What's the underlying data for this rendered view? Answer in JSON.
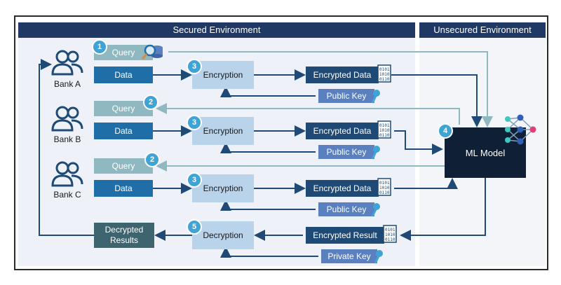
{
  "headers": {
    "secured": "Secured Environment",
    "unsecured": "Unsecured Environment"
  },
  "banks": [
    {
      "label": "Bank A"
    },
    {
      "label": "Bank B"
    },
    {
      "label": "Bank C"
    }
  ],
  "rows": [
    {
      "query": "Query",
      "query_step": "1",
      "data": "Data",
      "encryption": "Encryption",
      "enc_step": "3",
      "encrypted": "Encrypted Data",
      "key": "Public Key"
    },
    {
      "query": "Query",
      "query_step": "2",
      "data": "Data",
      "encryption": "Encryption",
      "enc_step": "3",
      "encrypted": "Encrypted Data",
      "key": "Public Key"
    },
    {
      "query": "Query",
      "query_step": "2",
      "data": "Data",
      "encryption": "Encryption",
      "enc_step": "3",
      "encrypted": "Encrypted Data",
      "key": "Public Key"
    }
  ],
  "model": {
    "label": "ML Model",
    "step": "4"
  },
  "result": {
    "decrypted": "Decrypted Results",
    "decryption": "Decryption",
    "step": "5",
    "encrypted": "Encrypted Result",
    "key": "Private Key"
  },
  "colors": {
    "navy": "#1f3864",
    "data_blue": "#1f6ea8",
    "query_teal": "#8fb8c0",
    "encryption_light": "#b8d3ea",
    "encrypted_dark": "#1f4a75",
    "key_blue": "#5a80c0",
    "model_dark": "#0f1f35",
    "step_badge": "#3fa3d6"
  }
}
